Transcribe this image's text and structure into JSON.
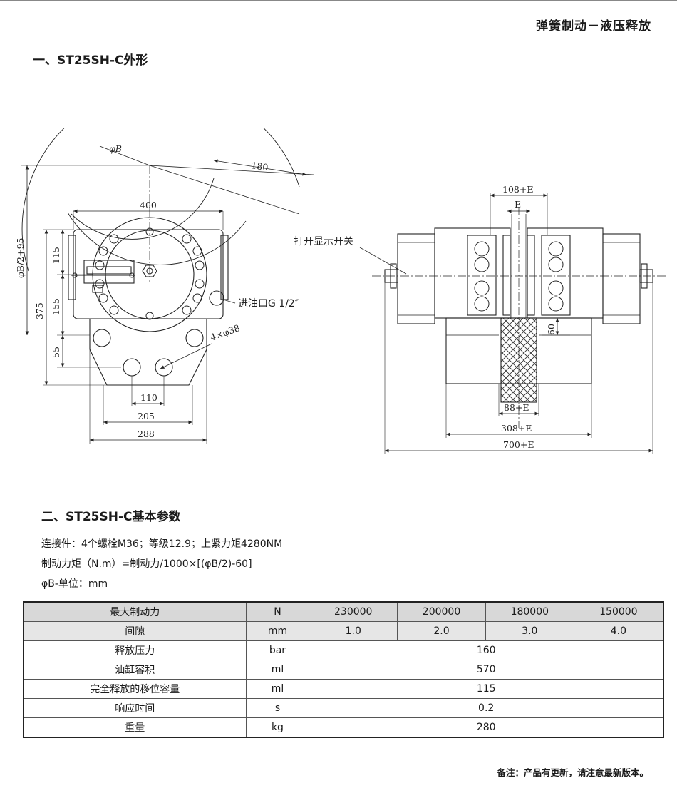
{
  "header": {
    "title": "弹簧制动－液压释放"
  },
  "section1": {
    "title": "一、ST25SH-C外形"
  },
  "drawing": {
    "labels": {
      "phiB": "φB",
      "d180": "180",
      "d400": "400",
      "dPhiB2": "φB/2+95",
      "d375": "375",
      "d115": "115",
      "d155": "155",
      "d55": "55",
      "d110": "110",
      "d205": "205",
      "d288": "288",
      "holes": "4×φ38",
      "inlet": "进油口G 1/2″",
      "indicator": "打开显示开关",
      "d108E": "108+E",
      "dE": "E",
      "d60": "60",
      "d88E": "88+E",
      "d308E": "308+E",
      "d700E": "700+E"
    }
  },
  "section2": {
    "title": "二、ST25SH-C基本参数"
  },
  "notes": {
    "line1": "连接件：4个螺栓M36；等级12.9；上紧力矩4280NM",
    "line2": "制动力矩（N.m）=制动力/1000×[(φB/2)-60]",
    "line3": "φB-单位：mm"
  },
  "table": {
    "rows": [
      {
        "label": "最大制动力",
        "unit": "N",
        "values": [
          "230000",
          "200000",
          "180000",
          "150000"
        ]
      },
      {
        "label": "间隙",
        "unit": "mm",
        "values": [
          "1.0",
          "2.0",
          "3.0",
          "4.0"
        ]
      },
      {
        "label": "释放压力",
        "unit": "bar",
        "value": "160"
      },
      {
        "label": "油缸容积",
        "unit": "ml",
        "value": "570"
      },
      {
        "label": "完全释放的移位容量",
        "unit": "ml",
        "value": "115"
      },
      {
        "label": "响应时间",
        "unit": "s",
        "value": "0.2"
      },
      {
        "label": "重量",
        "unit": "kg",
        "value": "280"
      }
    ]
  },
  "footer": {
    "text": "备注：产品有更新，请注意最新版本。"
  }
}
